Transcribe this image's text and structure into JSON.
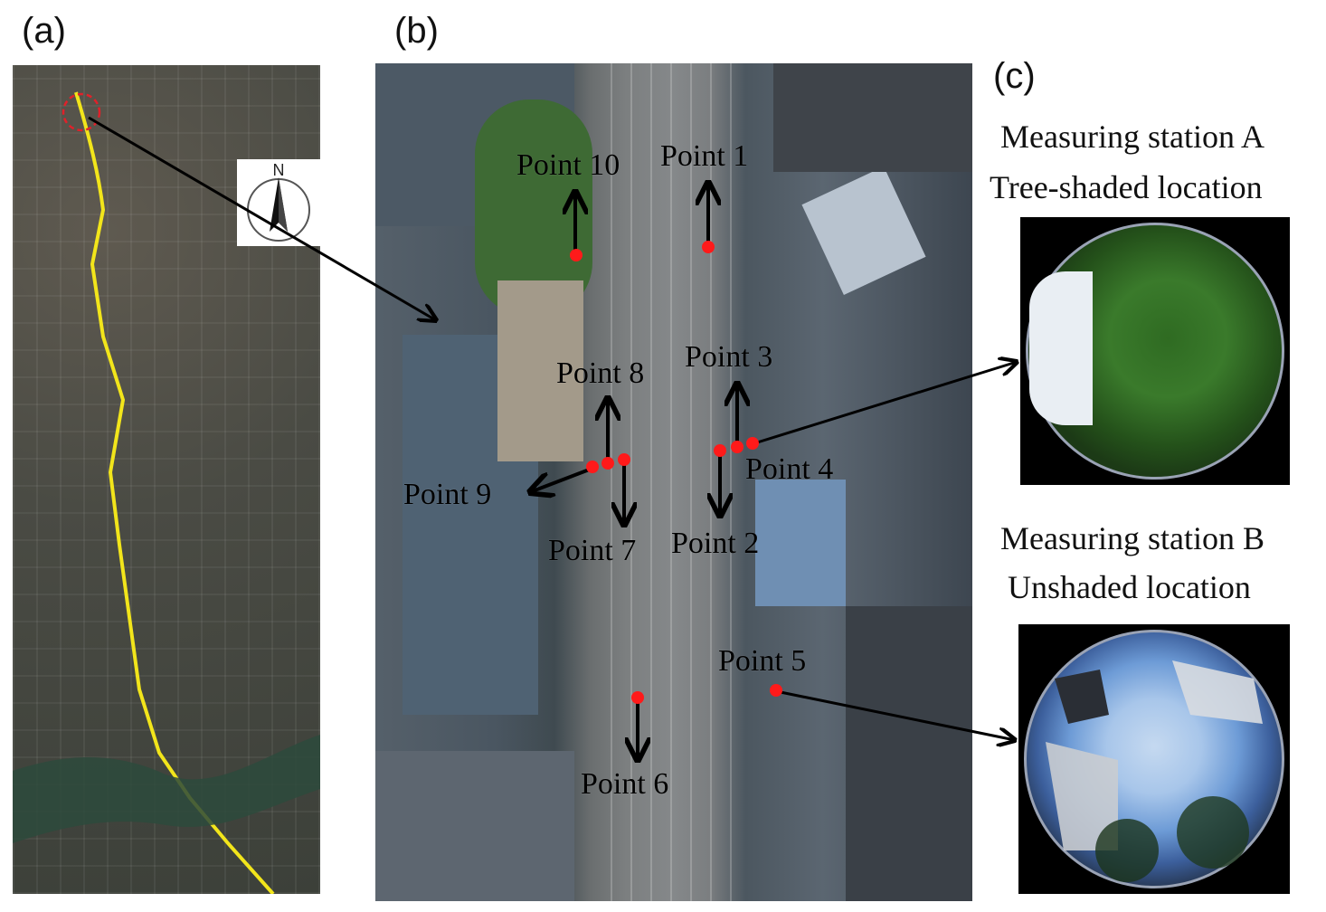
{
  "panels": {
    "a": {
      "label": "(a)"
    },
    "b": {
      "label": "(b)"
    },
    "c": {
      "label": "(c)"
    }
  },
  "compass": {
    "north_label": "N",
    "icon": "north-arrow-icon"
  },
  "points": [
    {
      "id": "p1",
      "label": "Point 1"
    },
    {
      "id": "p2",
      "label": "Point 2"
    },
    {
      "id": "p3",
      "label": "Point 3"
    },
    {
      "id": "p4",
      "label": "Point 4"
    },
    {
      "id": "p5",
      "label": "Point 5"
    },
    {
      "id": "p6",
      "label": "Point 6"
    },
    {
      "id": "p7",
      "label": "Point 7"
    },
    {
      "id": "p8",
      "label": "Point 8"
    },
    {
      "id": "p9",
      "label": "Point 9"
    },
    {
      "id": "p10",
      "label": "Point 10"
    }
  ],
  "stations": {
    "a": {
      "title": "Measuring station A",
      "subtitle": "Tree-shaded location"
    },
    "b": {
      "title": "Measuring station B",
      "subtitle": "Unshaded location"
    }
  },
  "colors": {
    "route": "#f2e51b",
    "point_marker": "#ff1a1a",
    "highlight_circle": "#e0212a",
    "arrow": "#000000"
  }
}
